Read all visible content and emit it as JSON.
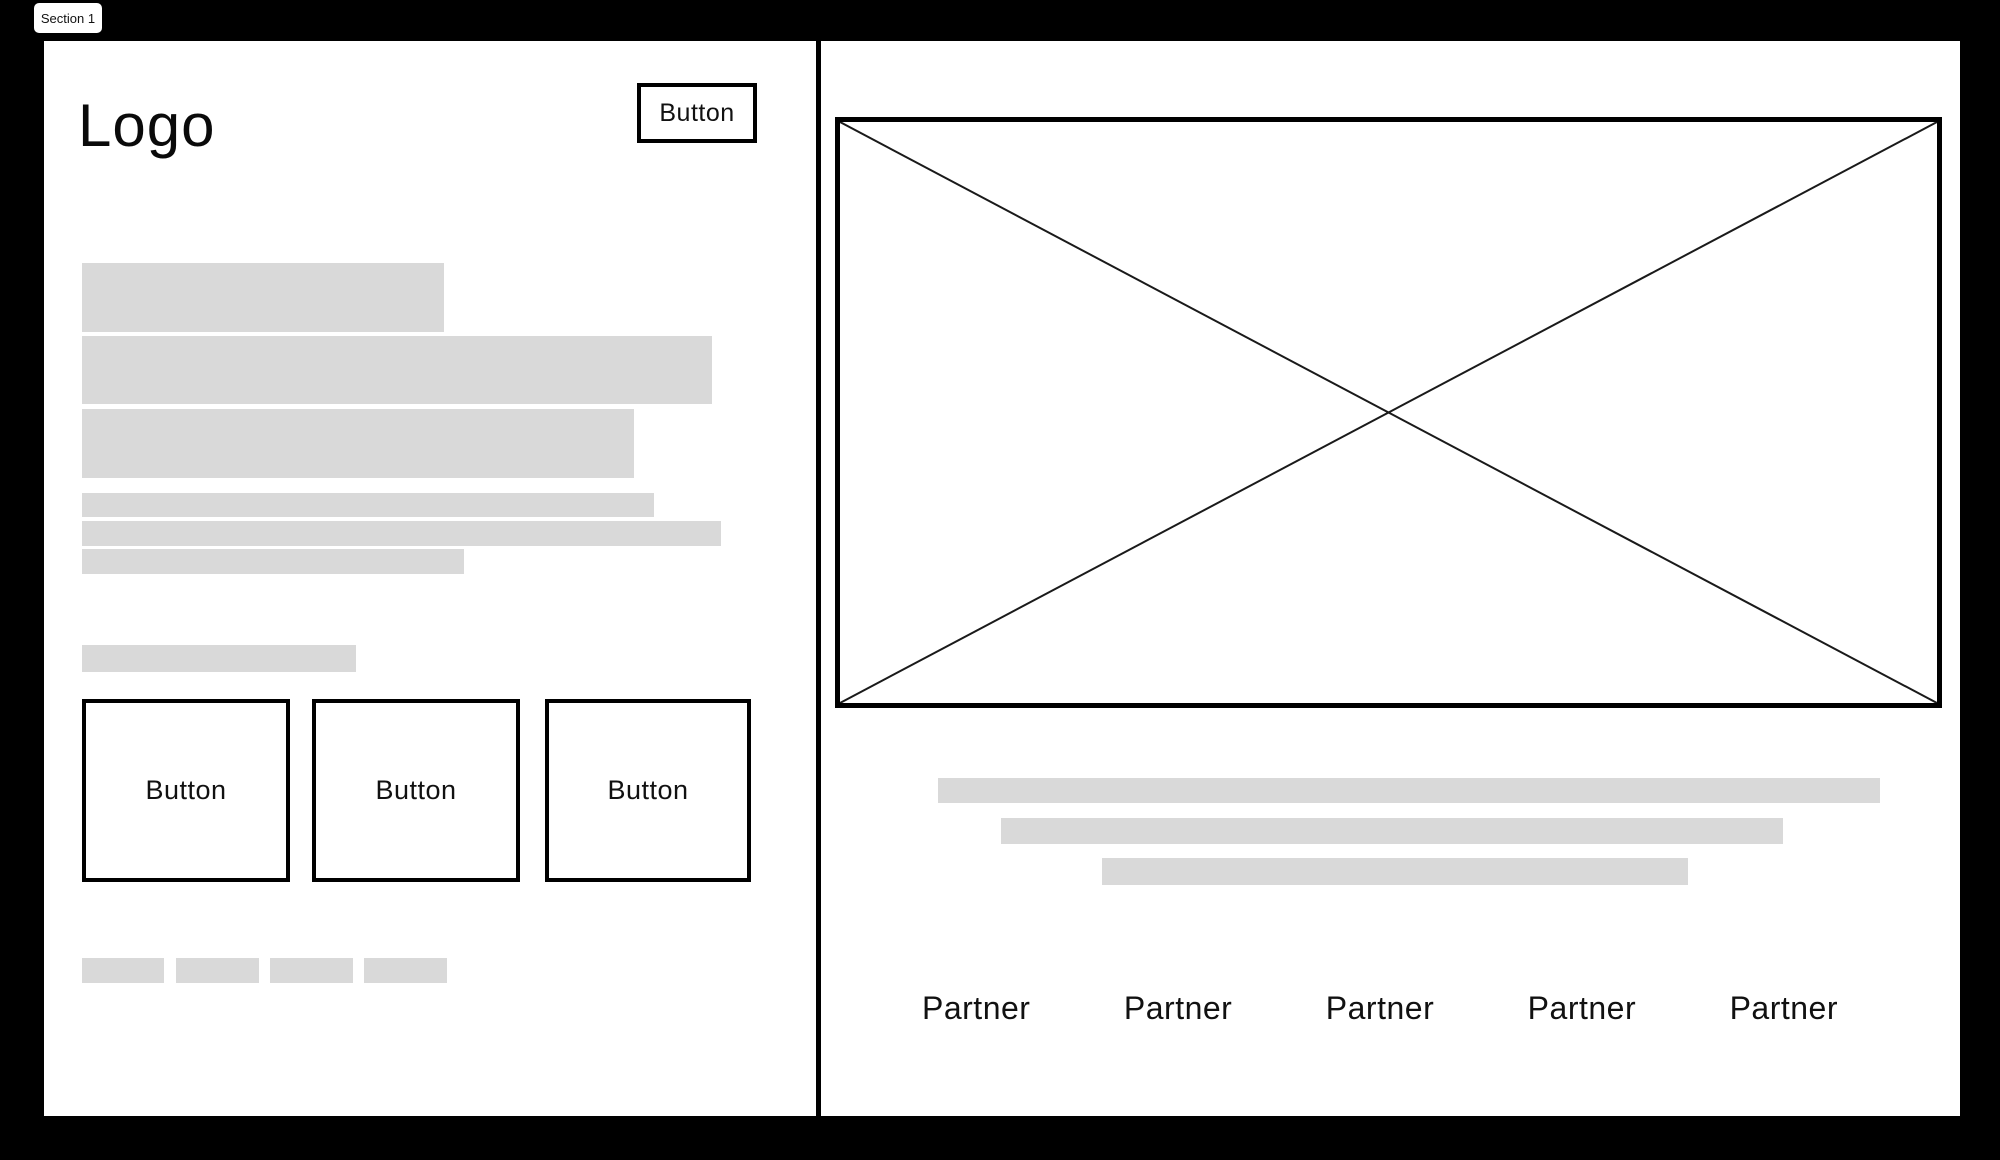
{
  "colors": {
    "background": "#000000",
    "panel": "#ffffff",
    "placeholder_gray": "#d9d9d9",
    "border": "#000000"
  },
  "annotation": {
    "label": "Section 1"
  },
  "left_panel": {
    "logo_text": "Logo",
    "header_button_label": "Button",
    "cta_button_labels": [
      "Button",
      "Button",
      "Button"
    ]
  },
  "right_panel": {
    "image_placeholder_icon": "image-x-placeholder",
    "partner_labels": [
      "Partner",
      "Partner",
      "Partner",
      "Partner",
      "Partner"
    ]
  }
}
